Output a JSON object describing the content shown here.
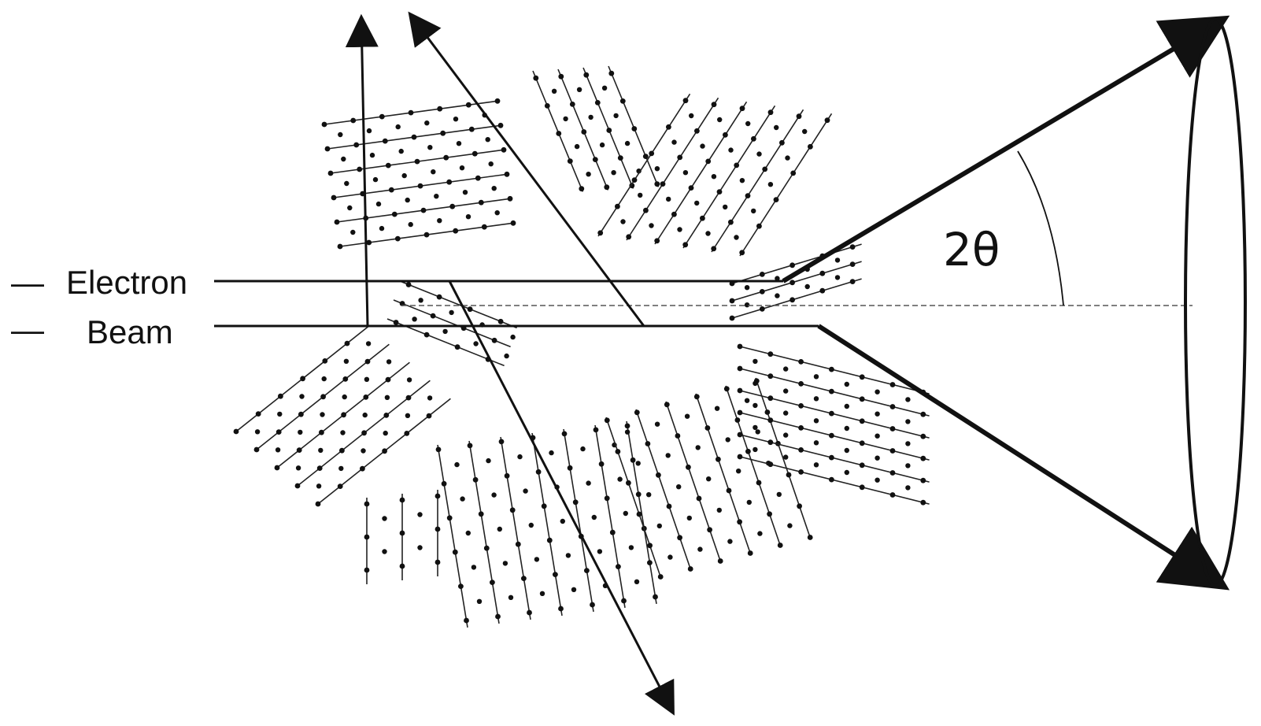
{
  "labels": {
    "line1_marker": "—",
    "line1": "Electron",
    "line2_marker": "—",
    "line2": "Beam",
    "angle": "2θ"
  },
  "colors": {
    "ink": "#111111",
    "background": "#ffffff"
  }
}
